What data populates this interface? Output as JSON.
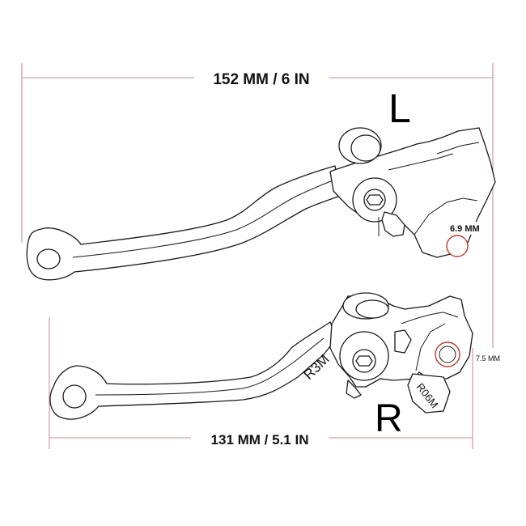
{
  "dimensions": {
    "top_length": "152 MM / 6 IN",
    "bottom_length": "131 MM / 5.1 IN",
    "left_hole": "6.9 MM",
    "right_hole": "7.5 MM"
  },
  "levers": {
    "left_label": "L",
    "right_label": "R",
    "right_marking_1": "R3M",
    "right_marking_2": "R06M"
  },
  "colors": {
    "dimension_line": "#b36b6b",
    "outline": "#1a1a1a",
    "hole_highlight": "#c0392b"
  }
}
